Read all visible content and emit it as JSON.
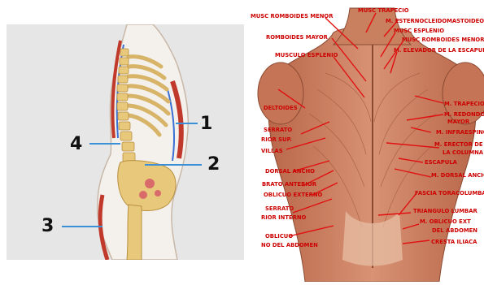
{
  "left_figure": {
    "numbers": [
      "1",
      "2",
      "3",
      "4"
    ]
  },
  "right_figure": {
    "labels": {
      "musc_trapecio": "MUSC TRAPECIO",
      "musc_romboides_menor": "MUSC ROMBOIDES MENOR",
      "m_esternocleido": "M. ESTERNOCLEIDOMASTOIDEO",
      "musc_esplenio": "MUSC ESPLENIO",
      "musc_romboides_menor_r": "MUSC ROMBOIDES MENOR",
      "romboides_mayor": "ROMBOIDES MAYOR",
      "m_elevador": "M. ELEVADOR DE LA ESCAPULA",
      "musculo_esplenio": "MUSCULO ESPLENIO",
      "deltoides": "DELTOIDES",
      "m_trapecio_r": "M. TRAPECIO",
      "m_redondo": "M. REDONDO",
      "mayor": "MAYOR",
      "infraespinoso": "M. INFRAESPINOSO",
      "serrato_rior_sup_1": "SERRATO",
      "serrato_rior_sup_2": "RIOR SUP.",
      "villas": "VILLAS",
      "m_erector_1": "M. ERECTOR DE",
      "m_erector_2": "LA COLUMNA",
      "escapula": "ESCAPULA",
      "dorsal_ancho_l": "DORSAL ANCHO",
      "m_dorsal_ancho": "M. DORSAL ANCHO",
      "brato_anterior": "BRATO ANTERIOR",
      "oblicuo_externo": "OBLICUO EXTERNO",
      "fascia": "FASCIA TORACOLUMBAR",
      "serrato_inf_1": "SERRATO",
      "serrato_inf_2": "RIOR INTERNO",
      "triangulo": "TRIANGULO LUMBAR",
      "m_oblicuo_ext_1": "M. OBLICUO EXT",
      "m_oblicuo_ext_2": "DEL ABDOMEN",
      "oblicuo_l_1": "OBLICUO",
      "oblicuo_l_2": "NO DEL ABDOMEN",
      "cresta_iliaca": "CRESTA ILIACA"
    }
  },
  "colors": {
    "label_red": "#cc0000",
    "leader_red": "#e01010",
    "pointer_blue": "#3a8fd6",
    "bone": "#e8c87a",
    "muscle": "#c97a5a",
    "background_grey": "#e6e6e6"
  }
}
